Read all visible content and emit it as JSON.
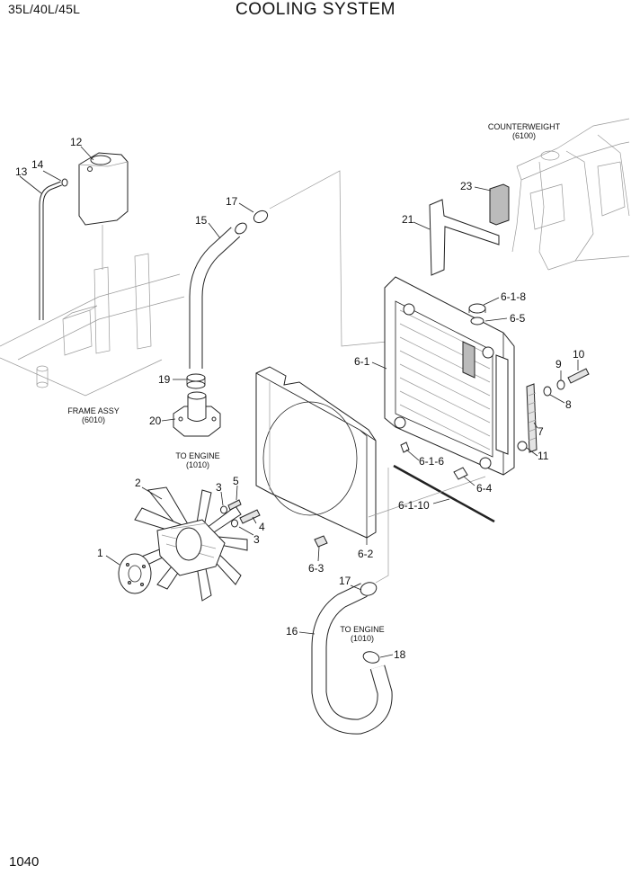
{
  "header": {
    "model": "35L/40L/45L",
    "title": "COOLING SYSTEM"
  },
  "footer": {
    "page_number": "1040"
  },
  "references": {
    "counterweight": {
      "name": "COUNTERWEIGHT",
      "code": "(6100)"
    },
    "frame": {
      "name": "FRAME ASSY",
      "code": "(6010)"
    },
    "to_engine_upper": {
      "name": "TO ENGINE",
      "code": "(1010)"
    },
    "to_engine_lower": {
      "name": "TO ENGINE",
      "code": "(1010)"
    }
  },
  "callouts": {
    "c1": "1",
    "c2": "2",
    "c3a": "3",
    "c3b": "3",
    "c4": "4",
    "c5": "5",
    "c6_1": "6-1",
    "c6_1_6": "6-1-6",
    "c6_1_8": "6-1-8",
    "c6_1_10": "6-1-10",
    "c6_2": "6-2",
    "c6_3": "6-3",
    "c6_4": "6-4",
    "c6_5": "6-5",
    "c7": "7",
    "c8": "8",
    "c9": "9",
    "c10": "10",
    "c11": "11",
    "c12": "12",
    "c13": "13",
    "c14": "14",
    "c15": "15",
    "c16": "16",
    "c17a": "17",
    "c17b": "17",
    "c18": "18",
    "c19": "19",
    "c20": "20",
    "c21": "21",
    "c23": "23"
  }
}
